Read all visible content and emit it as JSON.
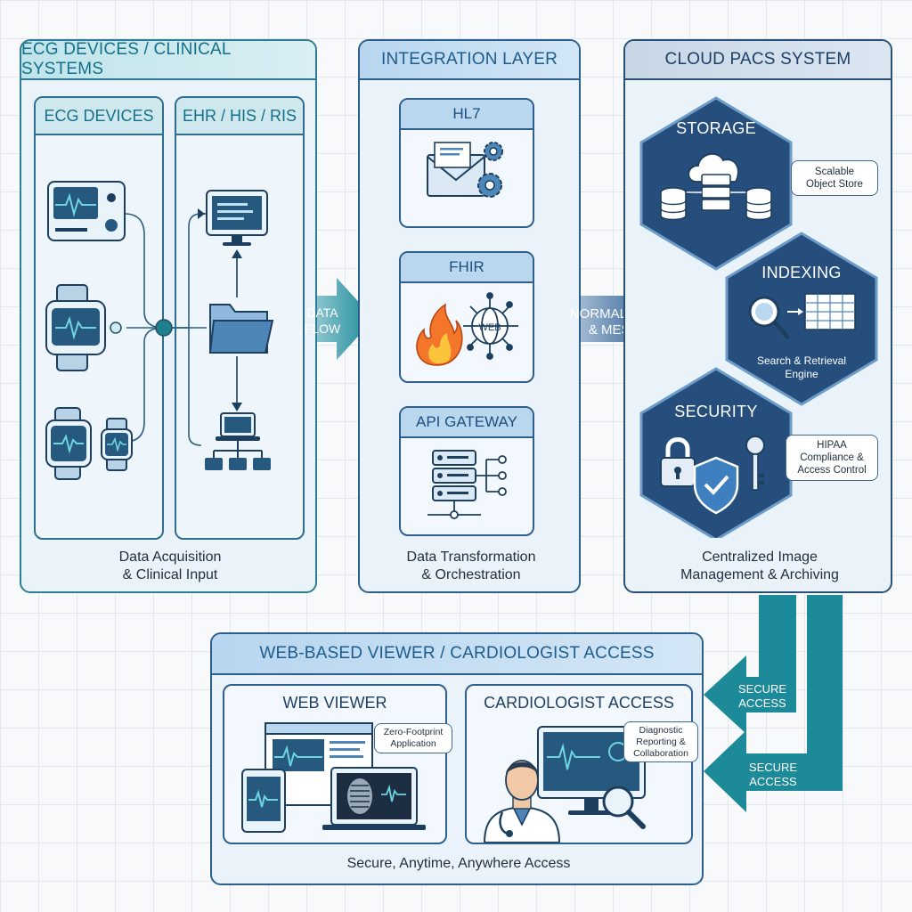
{
  "columns": {
    "devices": {
      "title": "ECG DEVICES / CLINICAL SYSTEMS",
      "sub_left": "ECG DEVICES",
      "sub_right": "EHR / HIS / RIS",
      "caption_line1": "Data Acquisition",
      "caption_line2": "& Clinical Input"
    },
    "integration": {
      "title": "INTEGRATION LAYER",
      "cards": [
        {
          "label": "HL7"
        },
        {
          "label": "FHIR",
          "web_badge": "WEB"
        },
        {
          "label": "API GATEWAY"
        }
      ],
      "caption_line1": "Data Transformation",
      "caption_line2": "& Orchestration"
    },
    "cloud": {
      "title": "CLOUD PACS SYSTEM",
      "storage": {
        "title": "STORAGE",
        "callout_line1": "Scalable",
        "callout_line2": "Object Store"
      },
      "indexing": {
        "title": "INDEXING",
        "sub_line1": "Search & Retrieval",
        "sub_line2": "Engine"
      },
      "security": {
        "title": "SECURITY",
        "callout_line1": "HIPAA",
        "callout_line2": "Compliance &",
        "callout_line3": "Access Control"
      },
      "caption_line1": "Centralized Image",
      "caption_line2": "Management & Archiving"
    }
  },
  "flows": {
    "data_flow_line1": "DATA",
    "data_flow_line2": "FLOW",
    "normalized_line1": "NORMALIZED DATA",
    "normalized_line2": "& MESSAGES",
    "secure_line1": "SECURE",
    "secure_line2": "ACCESS"
  },
  "viewer": {
    "title": "WEB-BASED VIEWER / CARDIOLOGIST ACCESS",
    "web_viewer": {
      "title": "WEB VIEWER",
      "callout_line1": "Zero-Footprint",
      "callout_line2": "Application"
    },
    "cardiologist": {
      "title": "CARDIOLOGIST ACCESS",
      "callout_line1": "Diagnostic",
      "callout_line2": "Reporting &",
      "callout_line3": "Collaboration"
    },
    "caption": "Secure, Anytime, Anywhere Access"
  },
  "colors": {
    "teal": "#1e8a9c",
    "blue": "#2f73b3",
    "navy": "#1f4a78",
    "hex_fill": "#264e7c"
  }
}
